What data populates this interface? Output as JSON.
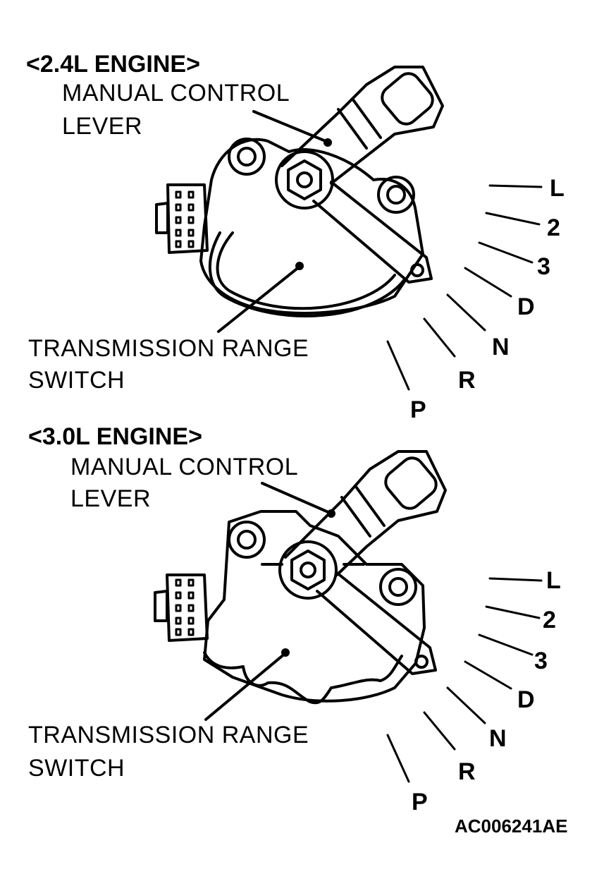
{
  "top": {
    "title": "<2.4L ENGINE>",
    "lever_line1": "MANUAL CONTROL",
    "lever_line2": "LEVER",
    "switch_line1": "TRANSMISSION RANGE",
    "switch_line2": "SWITCH"
  },
  "bottom": {
    "title": "<3.0L ENGINE>",
    "lever_line1": "MANUAL CONTROL",
    "lever_line2": "LEVER",
    "switch_line1": "TRANSMISSION RANGE",
    "switch_line2": "SWITCH"
  },
  "positions": [
    "L",
    "2",
    "3",
    "D",
    "N",
    "R",
    "P"
  ],
  "figure_code": "AC006241AE"
}
